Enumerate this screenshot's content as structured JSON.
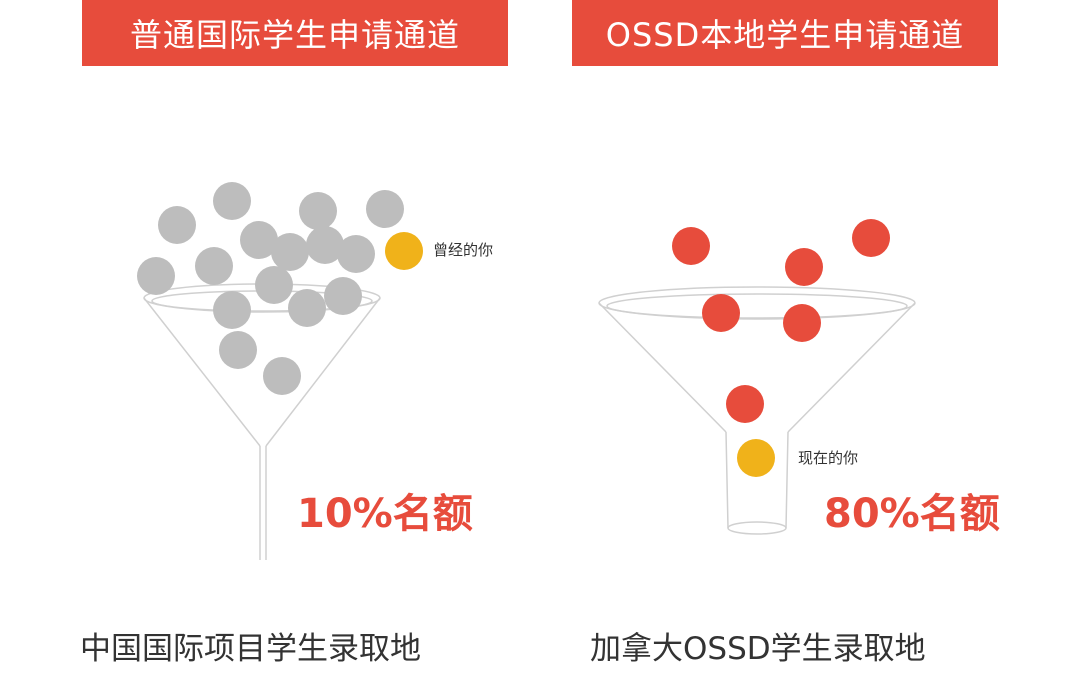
{
  "colors": {
    "accent": "#e74c3c",
    "ball_gray": "#bdbdbd",
    "ball_red": "#e74c3c",
    "ball_yellow": "#f0b21a",
    "funnel_line": "#d0d0d0"
  },
  "left_panel": {
    "banner": "普通国际学生申请通道",
    "quota": "10%名额",
    "you_label": "曾经的你",
    "caption": "中国国际项目学生录取地"
  },
  "right_panel": {
    "banner": "OSSD本地学生申请通道",
    "quota": "80%名额",
    "you_label": "现在的你",
    "caption": "加拿大OSSD学生录取地"
  }
}
